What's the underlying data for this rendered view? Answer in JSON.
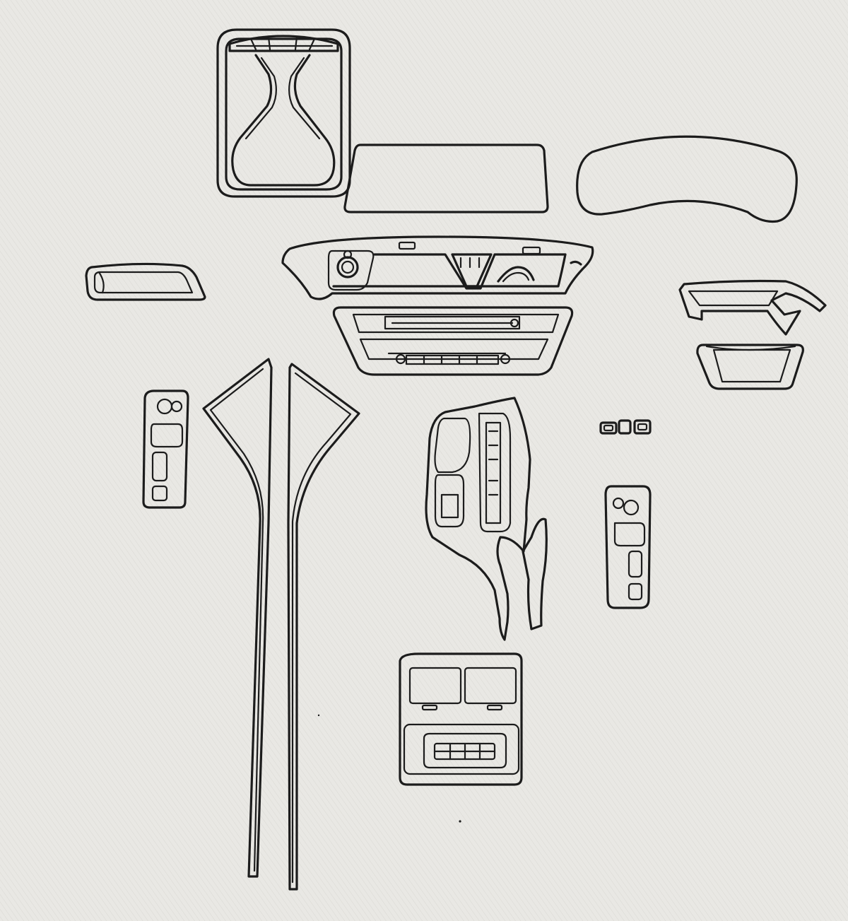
{
  "sheet": {
    "background_color": "#e9e8e4",
    "stroke_color": "#1c1c1c",
    "pattern_color": "#d9d8d3"
  },
  "parts": [
    {
      "name": "overhead-console-trim"
    },
    {
      "name": "center-display-screen-trim"
    },
    {
      "name": "instrument-cluster-trim"
    },
    {
      "name": "dashboard-center-vent-trim"
    },
    {
      "name": "climate-radio-control-panel-trim"
    },
    {
      "name": "left-air-vent-trim"
    },
    {
      "name": "right-dash-trim"
    },
    {
      "name": "right-lower-bezel-trim"
    },
    {
      "name": "left-door-switch-panel-trim"
    },
    {
      "name": "left-center-console-side-strip"
    },
    {
      "name": "right-center-console-side-strip"
    },
    {
      "name": "gear-shift-console-trim"
    },
    {
      "name": "small-switch-buttons-trim"
    },
    {
      "name": "right-door-switch-panel-trim"
    },
    {
      "name": "rear-climate-control-trim"
    }
  ]
}
